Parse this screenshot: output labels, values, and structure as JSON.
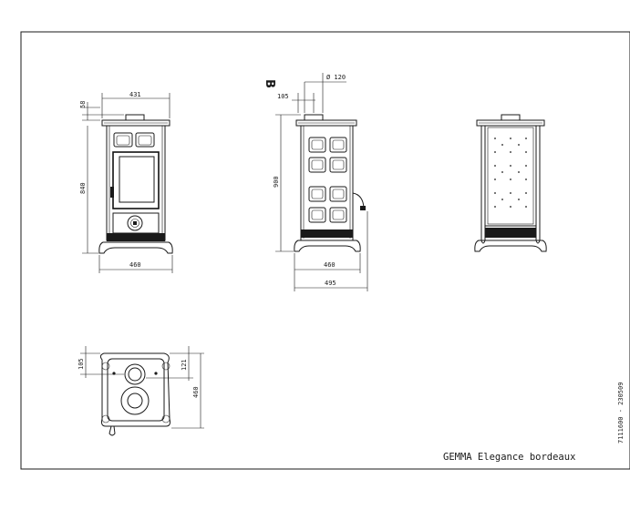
{
  "title": "GEMMA Elegance bordeaux",
  "doc_code": "7111600 - 230509",
  "views": {
    "front": {
      "width_top": "431",
      "top_offset": "58",
      "height": "840",
      "width_base": "460"
    },
    "side": {
      "section_letter": "B",
      "flue_diameter": "Ø 120",
      "flue_offset": "105",
      "height": "900",
      "depth_body": "460",
      "depth_total": "495"
    },
    "top": {
      "flue_offset": "105",
      "rear_offset": "121",
      "depth": "460"
    }
  }
}
